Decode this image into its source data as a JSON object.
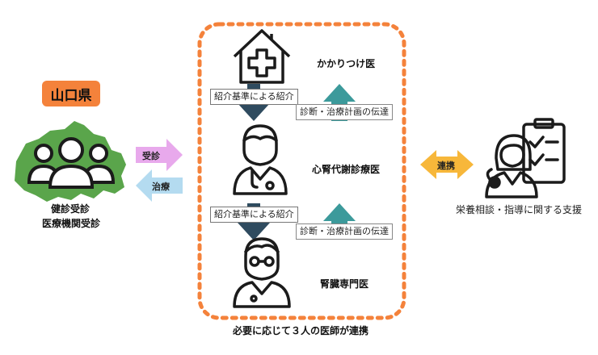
{
  "prefecture": "山口県",
  "patient": {
    "line1": "健診受診",
    "line2": "医療機関受診"
  },
  "flows": {
    "consult_label": "受診",
    "treatment_label": "治療",
    "cooperation_label": "連携"
  },
  "doctors": {
    "family_doctor": "かかりつけ医",
    "cardio_renal": "心腎代謝診療医",
    "nephrologist": "腎臓専門医"
  },
  "referral_label_top": "紹介基準による紹介",
  "referral_label_bottom": "紹介基準による紹介",
  "transmit_label_top": "診断・治療計画の伝達",
  "transmit_label_bottom": "診断・治療計画の伝達",
  "collaboration_note": "必要に応じて３人の医師が連携",
  "nutrition_support": "栄養相談・指導に関する支援",
  "colors": {
    "orange": "#f4823b",
    "green": "#5aa54b",
    "navy": "#2f4b5f",
    "teal": "#3c9a9b",
    "pink": "#e8a9ec",
    "light_blue": "#b4dbf0",
    "yellow": "#f7b73a"
  }
}
